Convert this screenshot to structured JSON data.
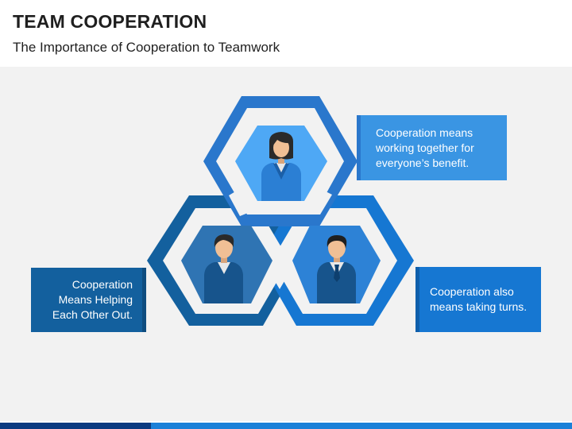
{
  "header": {
    "title": "TEAM COOPERATION",
    "subtitle": "The Importance of Cooperation to Teamwork"
  },
  "callouts": {
    "top": "Cooperation means\nworking together for\neveryone’s benefit.",
    "left": "Cooperation\nMeans Helping\nEach Other Out.",
    "right": "Cooperation also\nmeans taking turns."
  },
  "colors": {
    "top_hex": "#3a95e3",
    "left_hex": "#13609e",
    "right_hex": "#1677d2",
    "background": "#f2f2f2",
    "footer_dark": "#0b3a80",
    "footer_light": "#1a80d8"
  },
  "icons": {
    "top_person": "businesswoman-icon",
    "left_person": "businessman-icon",
    "right_person": "businessman-tie-icon"
  }
}
